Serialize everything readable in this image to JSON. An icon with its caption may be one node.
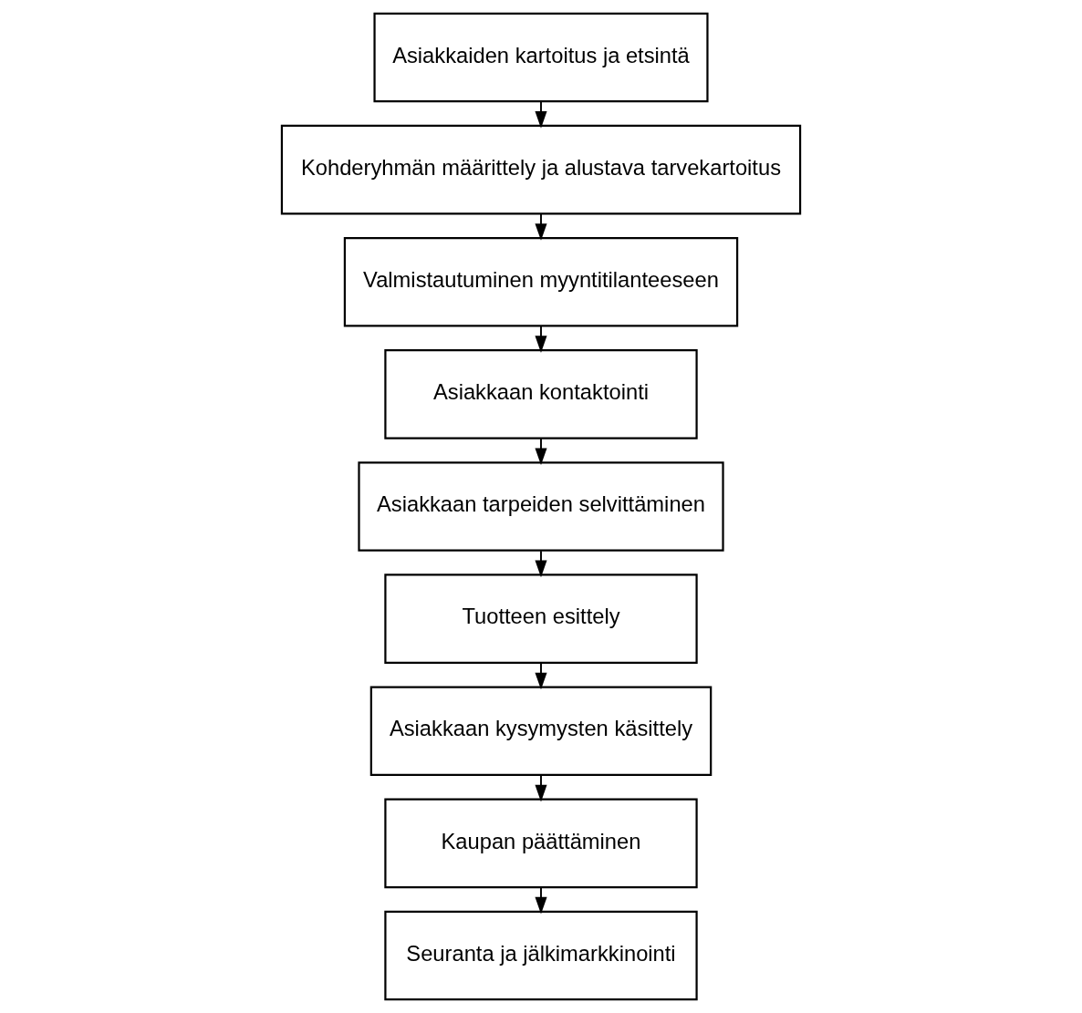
{
  "diagram": {
    "nodes": [
      {
        "text": [
          "Asiakkaiden kartoitus ja etsintä"
        ]
      },
      {
        "text": [
          "Kohderyhmän määrittely ja alustava tarvekartoitus"
        ]
      },
      {
        "text": [
          "Valmistautuminen myyntitilanteeseen"
        ]
      },
      {
        "text": [
          "Asiakkaan kontaktointi"
        ]
      },
      {
        "text": [
          "Asiakkaan tarpeiden selvittäminen"
        ]
      },
      {
        "text": [
          "Tuotteen esittely"
        ]
      },
      {
        "text": [
          "Asiakkaan kysymysten käsittely"
        ]
      },
      {
        "text": [
          "Kaupan päättäminen"
        ]
      },
      {
        "text": [
          "Seuranta ja jälkimarkkinointi"
        ]
      }
    ],
    "edges": [
      {
        "from": 0,
        "to": 1,
        "arrow": "to"
      },
      {
        "from": 1,
        "to": 2,
        "arrow": "to"
      },
      {
        "from": 2,
        "to": 3,
        "arrow": "to"
      },
      {
        "from": 3,
        "to": 4,
        "arrow": "to"
      },
      {
        "from": 4,
        "to": 5,
        "arrow": "to"
      },
      {
        "from": 5,
        "to": 6,
        "arrow": "to"
      },
      {
        "from": 6,
        "to": 7,
        "arrow": "to"
      },
      {
        "from": 7,
        "to": 8,
        "arrow": "to"
      }
    ]
  }
}
